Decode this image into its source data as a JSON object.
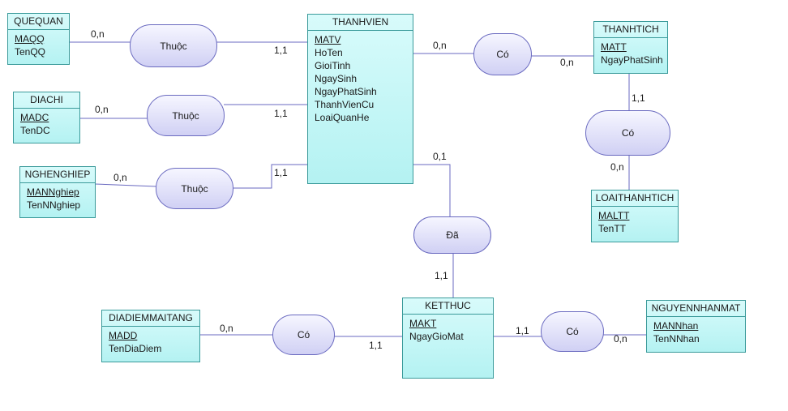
{
  "entities": {
    "quequan": {
      "name": "QUEQUAN",
      "attributes": [
        "MAQQ",
        "TenQQ"
      ]
    },
    "diachi": {
      "name": "DIACHI",
      "attributes": [
        "MADC",
        "TenDC"
      ]
    },
    "nghenghiep": {
      "name": "NGHENGHIEP",
      "attributes": [
        "MANNghiep",
        "TenNNghiep"
      ]
    },
    "thanhvien": {
      "name": "THANHVIEN",
      "attributes": [
        "MATV",
        "HoTen",
        "GioiTinh",
        "NgaySinh",
        "NgayPhatSinh",
        "ThanhVienCu",
        "LoaiQuanHe"
      ]
    },
    "thanhtich": {
      "name": "THANHTICH",
      "attributes": [
        "MATT",
        "NgayPhatSinh"
      ]
    },
    "loaithanhtich": {
      "name": "LOAITHANHTICH",
      "attributes": [
        "MALTT",
        "TenTT"
      ]
    },
    "ketthuc": {
      "name": "KETTHUC",
      "attributes": [
        "MAKT",
        "NgayGioMat"
      ]
    },
    "diadiemmaitang": {
      "name": "DIADIEMMAITANG",
      "attributes": [
        "MADD",
        "TenDiaDiem"
      ]
    },
    "nguyennhanmat": {
      "name": "NGUYENNHANMAT",
      "attributes": [
        "MANNhan",
        "TenNNhan"
      ]
    }
  },
  "relationships": {
    "thuoc_quequan": "Thuộc",
    "thuoc_diachi": "Thuộc",
    "thuoc_nghenghiep": "Thuộc",
    "co_thanhtich": "Có",
    "co_loaithanhtich": "Có",
    "da_ketthuc": "Đã",
    "co_diadiem": "Có",
    "co_nguyennhan": "Có"
  },
  "cardinalities": {
    "quequan_side": "0,n",
    "thanhvien_quequan_side": "1,1",
    "diachi_side": "0,n",
    "thanhvien_diachi_side": "1,1",
    "nghenghiep_side": "0,n",
    "thanhvien_nghenghiep_side": "1,1",
    "thanhvien_thanhtich_side": "0,n",
    "thanhtich_side": "0,n",
    "thanhtich_loai_side": "1,1",
    "loaithanhtich_side": "0,n",
    "thanhvien_ketthuc_side": "0,1",
    "ketthuc_side": "1,1",
    "diadiem_side": "0,n",
    "ketthuc_diadiem_side": "1,1",
    "ketthuc_nguyennhan_side": "1,1",
    "nguyennhan_side": "0,n"
  },
  "colors": {
    "entity_fill": "#c6f6f6",
    "entity_border": "#3a9a9a",
    "relationship_fill": "#e4e4fa",
    "relationship_border": "#6a6ac0",
    "line": "#6a6ac0"
  }
}
